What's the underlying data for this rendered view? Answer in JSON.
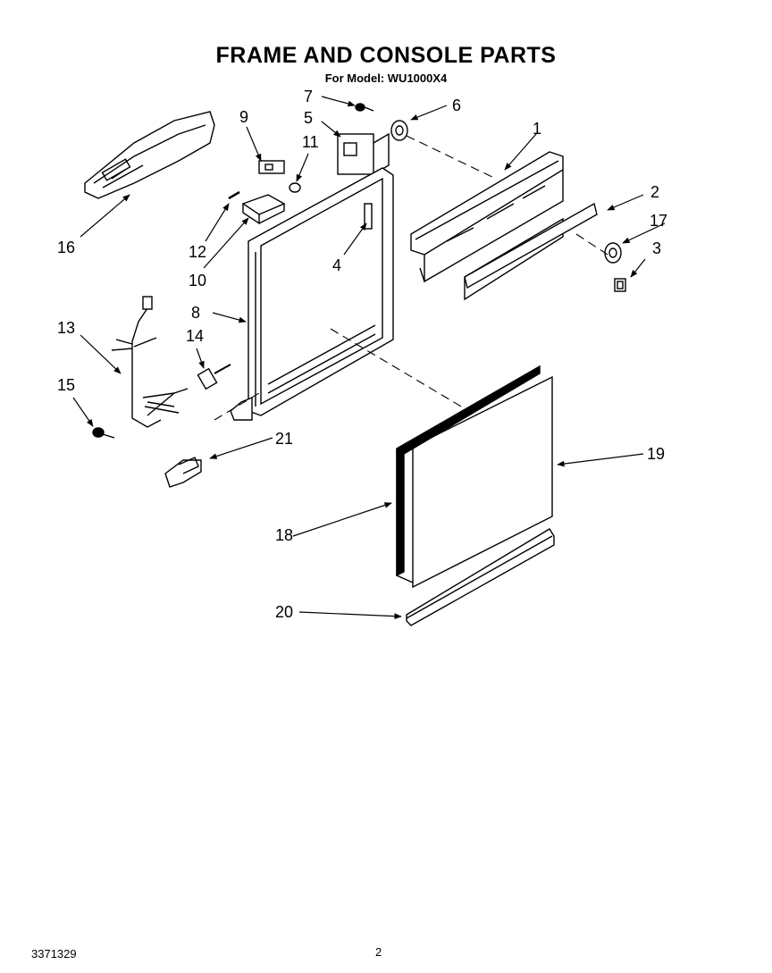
{
  "header": {
    "title": "FRAME AND CONSOLE PARTS",
    "model_line": "For Model: WU1000X4"
  },
  "callouts": {
    "c1": "1",
    "c2": "2",
    "c3": "3",
    "c4": "4",
    "c5": "5",
    "c6": "6",
    "c7": "7",
    "c8": "8",
    "c9": "9",
    "c10": "10",
    "c11": "11",
    "c12": "12",
    "c13": "13",
    "c14": "14",
    "c15": "15",
    "c16": "16",
    "c17": "17",
    "c18": "18",
    "c19": "19",
    "c20": "20",
    "c21": "21"
  },
  "footer": {
    "doc_number": "3371329",
    "page_number": "2"
  }
}
